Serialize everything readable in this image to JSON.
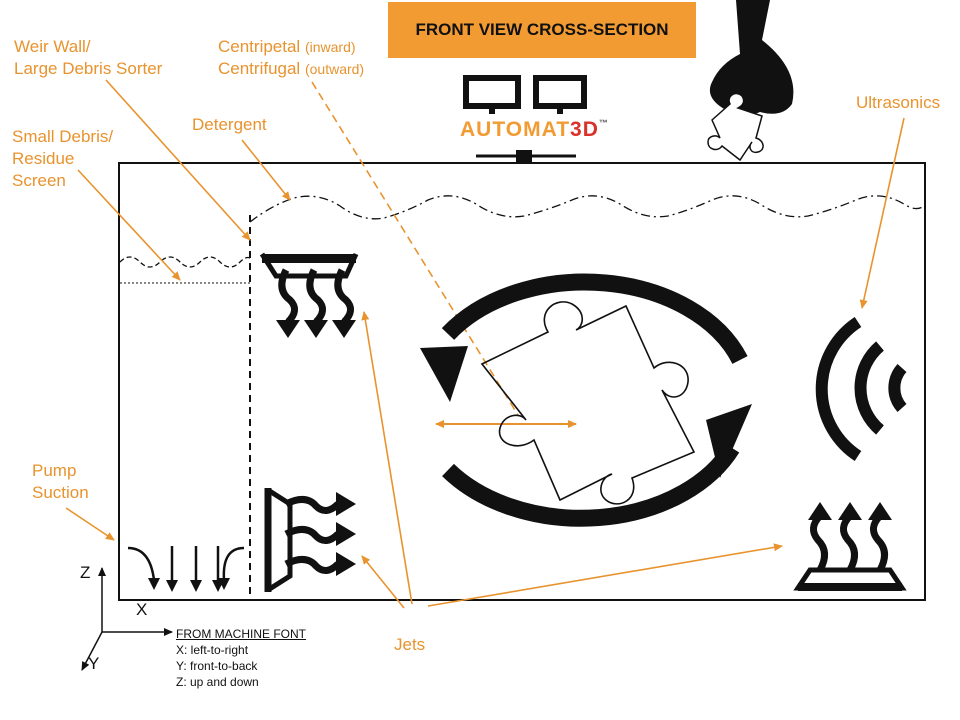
{
  "title": "FRONT VIEW CROSS-SECTION",
  "labels": {
    "weir_wall_1": "Weir Wall/",
    "weir_wall_2": "Large Debris Sorter",
    "centripetal": "Centripetal",
    "centripetal_note": "(inward)",
    "centrifugal": "Centrifugal",
    "centrifugal_note": "(outward)",
    "detergent": "Detergent",
    "small_debris_1": "Small Debris/",
    "small_debris_2": "Residue",
    "small_debris_3": "Screen",
    "ultrasonics": "Ultrasonics",
    "pump_1": "Pump",
    "pump_2": "Suction",
    "jets": "Jets"
  },
  "logo": {
    "text_orange": "AUTOMAT",
    "text_red": "3D",
    "tm": "™"
  },
  "axes": {
    "z": "Z",
    "x": "X",
    "y": "Y"
  },
  "legend": {
    "heading": "FROM MACHINE FONT",
    "x": "X: left-to-right",
    "y": "Y: front-to-back",
    "z": "Z: up and down"
  },
  "colors": {
    "accent": "#e8932e",
    "title_bg": "#f39b33",
    "logo_red": "#d9322b",
    "ink": "#111111"
  },
  "icons": [
    "puzzle-piece-icon",
    "hand-icon",
    "rotation-arrows-icon",
    "ultrasonic-waves-icon",
    "jet-down-icon",
    "jet-sideways-icon",
    "jet-up-icon",
    "suction-arrows-icon",
    "monitors-logo-icon"
  ]
}
